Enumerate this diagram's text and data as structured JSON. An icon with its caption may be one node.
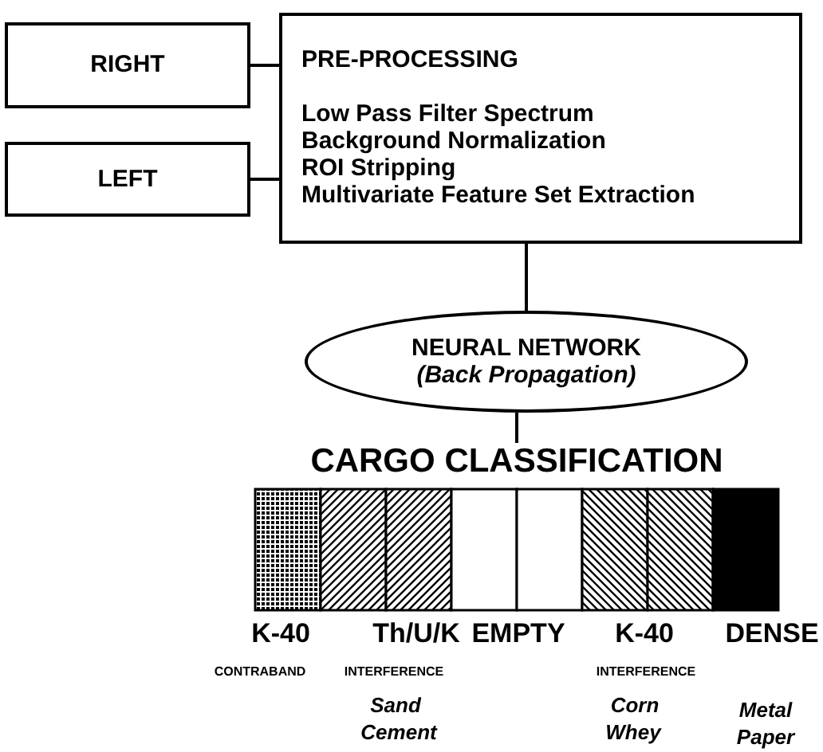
{
  "diagram": {
    "nodes": [
      {
        "text": [
          "RIGHT"
        ]
      },
      {
        "text": [
          "LEFT"
        ]
      },
      {
        "text": [
          "PRE-PROCESSING",
          "Low Pass Filter Spectrum",
          "Background Normalization",
          "ROI Stripping",
          "Multivariate Feature Set Extraction"
        ]
      },
      {
        "text": [
          "NEURAL NETWORK",
          "(Back Propagation)"
        ]
      },
      {
        "text": [
          "CARGO CLASSIFICATION"
        ]
      }
    ],
    "edges": [
      {
        "from": 0,
        "to": 2,
        "arrow": "none"
      },
      {
        "from": 1,
        "to": 2,
        "arrow": "none"
      },
      {
        "from": 2,
        "to": 3,
        "arrow": "none"
      },
      {
        "from": 3,
        "to": 4,
        "arrow": "none"
      }
    ],
    "labels": [
      "K-40",
      "CONTRABAND",
      "Th/U/K",
      "INTERFERENCE",
      "Sand",
      "Cement",
      "EMPTY",
      "K-40",
      "INTERFERENCE",
      "Corn",
      "Whey",
      "DENSE",
      "Metal",
      "Paper"
    ]
  }
}
